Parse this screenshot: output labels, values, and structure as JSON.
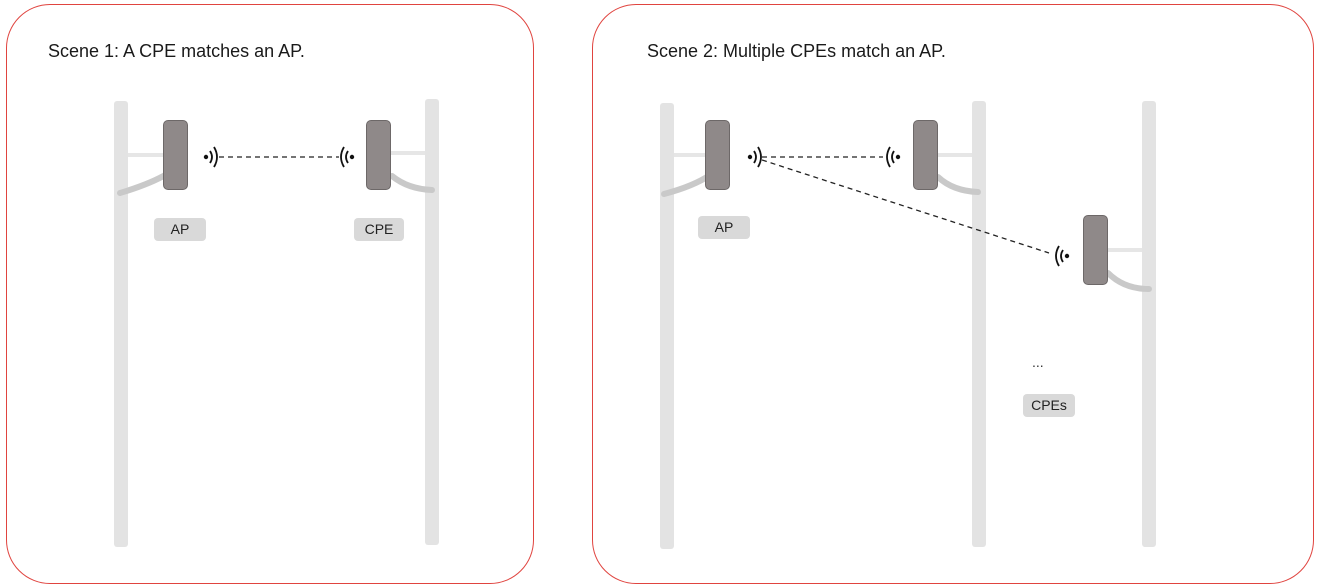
{
  "scene1": {
    "title": "Scene 1: A CPE matches an AP.",
    "ap_label": "AP",
    "cpe_label": "CPE"
  },
  "scene2": {
    "title": "Scene 2: Multiple CPEs match an AP.",
    "ap_label": "AP",
    "ellipsis": "...",
    "cpes_label": "CPEs"
  },
  "colors": {
    "panel_border": "#e0443f",
    "pole": "#e3e3e3",
    "device": "#8f8989",
    "tag": "#d9d9d9"
  },
  "icons": [
    "signal-waves-icon",
    "dashed-link"
  ]
}
